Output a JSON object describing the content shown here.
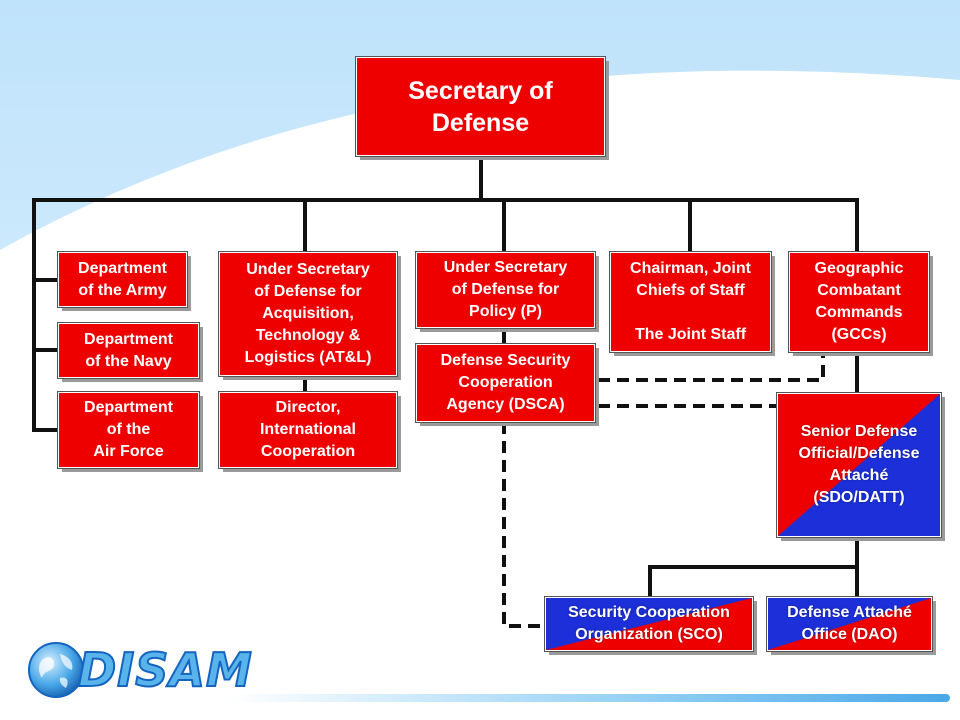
{
  "colors": {
    "red": "#ee0000",
    "blue": "#1c2fd8",
    "line": "#111111"
  },
  "boxes": {
    "secdef": [
      "Secretary of",
      "Defense"
    ],
    "army": [
      "Department",
      "of the Army"
    ],
    "navy": [
      "Department",
      "of the Navy"
    ],
    "airforce": [
      "Department",
      "of the",
      "Air Force"
    ],
    "atl": [
      "Under Secretary",
      "of Defense for",
      "Acquisition,",
      "Technology &",
      "Logistics (AT&L)"
    ],
    "dic": [
      "Director,",
      "International",
      "Cooperation"
    ],
    "policy": [
      "Under Secretary",
      "of Defense for",
      "Policy (P)"
    ],
    "dsca": [
      "Defense Security",
      "Cooperation",
      "Agency (DSCA)"
    ],
    "cjcs": [
      "Chairman, Joint",
      "Chiefs of Staff",
      "",
      "The Joint Staff"
    ],
    "gcc": [
      "Geographic",
      "Combatant",
      "Commands",
      "(GCCs)"
    ],
    "sdo": [
      "Senior Defense",
      "Official/Defense",
      "Attaché",
      "(SDO/DATT)"
    ],
    "sco": [
      "Security Cooperation",
      "Organization (SCO)"
    ],
    "dao": [
      "Defense Attaché",
      "Office (DAO)"
    ]
  },
  "logo": {
    "text": "DISAM",
    "icon": "globe-icon"
  }
}
